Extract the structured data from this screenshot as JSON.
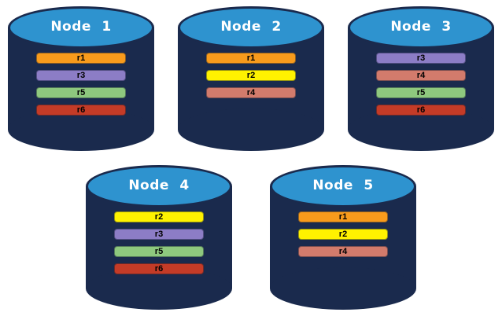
{
  "colors": {
    "background": "#FFFFFF",
    "cylinder_body": "#1A2A4D",
    "cylinder_top": "#2E93CF",
    "node_label_text": "#FFFFFF",
    "replica_label_text": "#000000",
    "replica_colors": {
      "r1": "#F89B1C",
      "r2": "#FFF200",
      "r3": "#8C7DC6",
      "r4": "#D27B6C",
      "r5": "#8EC87E",
      "r6": "#C43B27"
    }
  },
  "nodes": [
    {
      "label": "Node 1",
      "replicas": [
        "r1",
        "r3",
        "r5",
        "r6"
      ]
    },
    {
      "label": "Node 2",
      "replicas": [
        "r1",
        "r2",
        "r4"
      ]
    },
    {
      "label": "Node 3",
      "replicas": [
        "r3",
        "r4",
        "r5",
        "r6"
      ]
    },
    {
      "label": "Node 4",
      "replicas": [
        "r2",
        "r3",
        "r5",
        "r6"
      ]
    },
    {
      "label": "Node 5",
      "replicas": [
        "r1",
        "r2",
        "r4"
      ]
    }
  ],
  "rows": [
    [
      0,
      1,
      2
    ],
    [
      3,
      4
    ]
  ]
}
